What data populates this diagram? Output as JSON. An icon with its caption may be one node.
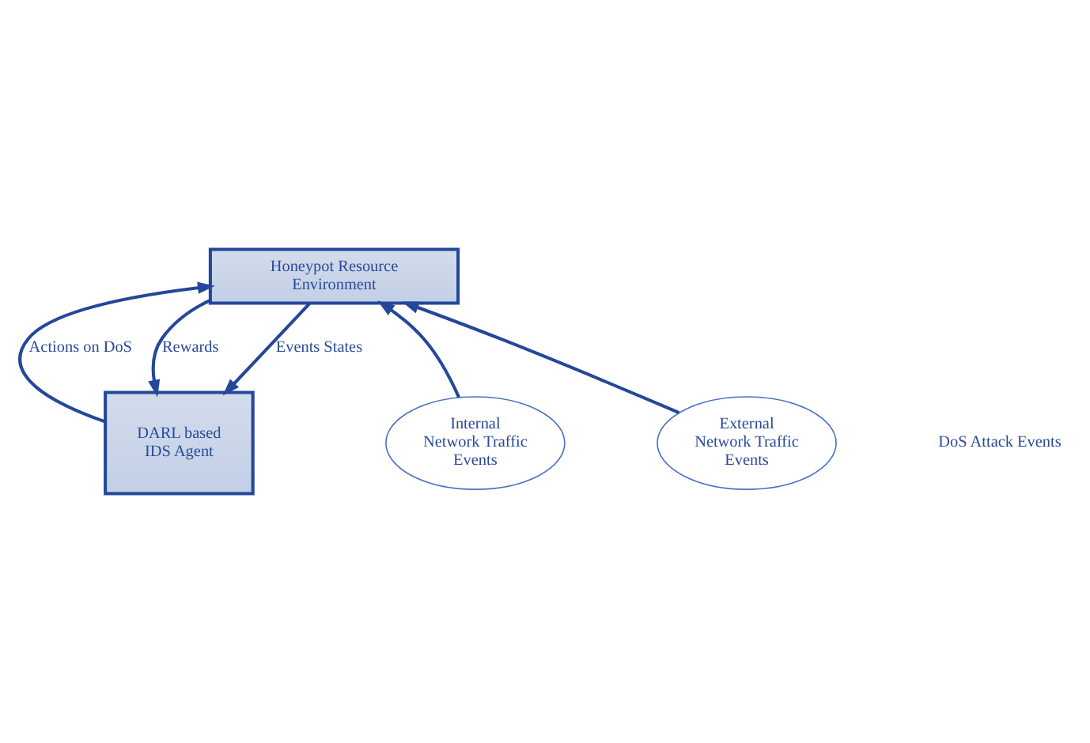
{
  "diagram": {
    "nodes": [
      {
        "text": [
          "DARL based IDS Agent"
        ]
      },
      {
        "text": [
          "Honeypot Resource Environment"
        ]
      },
      {
        "text": [
          "Internal Network Traffic Events"
        ]
      },
      {
        "text": [
          "External Network Traffic Events"
        ]
      }
    ],
    "edges": [
      {
        "from": 1,
        "to": 0,
        "arrow": "to",
        "label": "Rewards"
      },
      {
        "from": 1,
        "to": 0,
        "arrow": "to",
        "label": "Events States"
      },
      {
        "from": 0,
        "to": 1,
        "arrow": "to",
        "label": "Actions on DoS"
      },
      {
        "from": 2,
        "to": 1,
        "arrow": "to"
      },
      {
        "from": 3,
        "to": 1,
        "arrow": "to"
      }
    ],
    "labels": [
      "DoS Attack Events"
    ]
  }
}
